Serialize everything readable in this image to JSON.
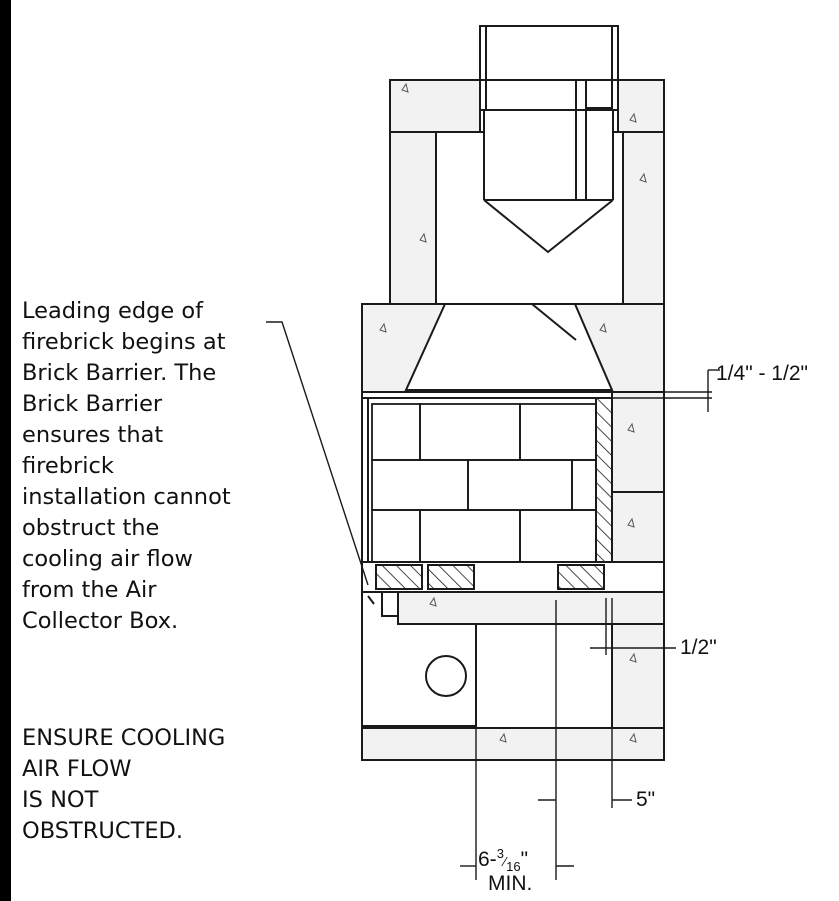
{
  "notes": {
    "main": "Leading edge of\nfirebrick begins at\nBrick Barrier.  The\nBrick Barrier\nensures that\nfirebrick\ninstallation cannot\nobstruct the\ncooling air flow\nfrom the Air\nCollector Box.",
    "warning": "ENSURE COOLING\nAIR FLOW\nIS NOT\nOBSTRUCTED."
  },
  "dimensions": {
    "gap_top": "1/4\" - 1/2\"",
    "gap_side": "1/2\"",
    "hearth_offset": "5\"",
    "min_width_whole": "6-",
    "min_width_num": "3",
    "min_width_den": "16",
    "min_width_inch": "\"",
    "min_label": "MIN."
  },
  "colors": {
    "line": "#1a1a1a",
    "concrete": "#f2f2f2",
    "background": "#ffffff"
  }
}
